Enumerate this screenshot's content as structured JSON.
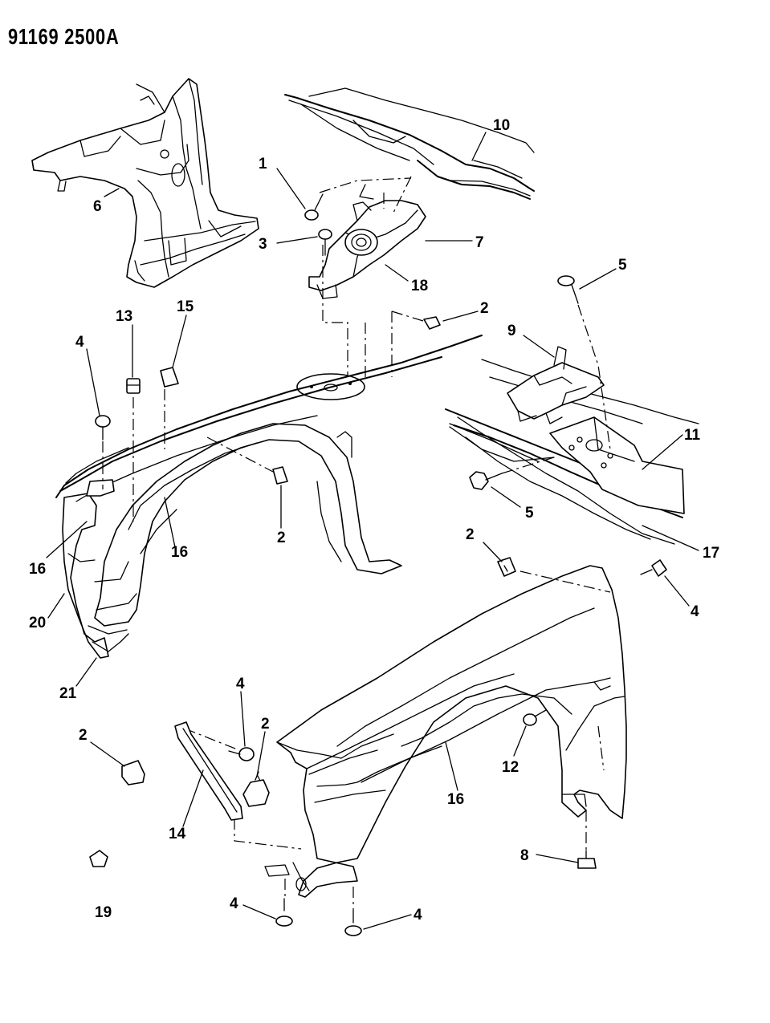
{
  "header": {
    "drawing_number": "91169 2500A"
  },
  "callouts": [
    {
      "id": "c1",
      "label": "1"
    },
    {
      "id": "c3",
      "label": "3"
    },
    {
      "id": "c10",
      "label": "10"
    },
    {
      "id": "c7",
      "label": "7"
    },
    {
      "id": "c18",
      "label": "18"
    },
    {
      "id": "c6",
      "label": "6"
    },
    {
      "id": "c5a",
      "label": "5"
    },
    {
      "id": "c2a",
      "label": "2"
    },
    {
      "id": "c9",
      "label": "9"
    },
    {
      "id": "c11",
      "label": "11"
    },
    {
      "id": "c5b",
      "label": "5"
    },
    {
      "id": "c17",
      "label": "17"
    },
    {
      "id": "c13",
      "label": "13"
    },
    {
      "id": "c15",
      "label": "15"
    },
    {
      "id": "c4a",
      "label": "4"
    },
    {
      "id": "c2b",
      "label": "2"
    },
    {
      "id": "c16a",
      "label": "16"
    },
    {
      "id": "c16b",
      "label": "16"
    },
    {
      "id": "c20",
      "label": "20"
    },
    {
      "id": "c21",
      "label": "21"
    },
    {
      "id": "c2c",
      "label": "2"
    },
    {
      "id": "c4b",
      "label": "4"
    },
    {
      "id": "c4c",
      "label": "4"
    },
    {
      "id": "c2d",
      "label": "2"
    },
    {
      "id": "c2e",
      "label": "2"
    },
    {
      "id": "c14",
      "label": "14"
    },
    {
      "id": "c12",
      "label": "12"
    },
    {
      "id": "c16c",
      "label": "16"
    },
    {
      "id": "c8",
      "label": "8"
    },
    {
      "id": "c19",
      "label": "19"
    },
    {
      "id": "c4d",
      "label": "4"
    },
    {
      "id": "c4e",
      "label": "4"
    }
  ]
}
